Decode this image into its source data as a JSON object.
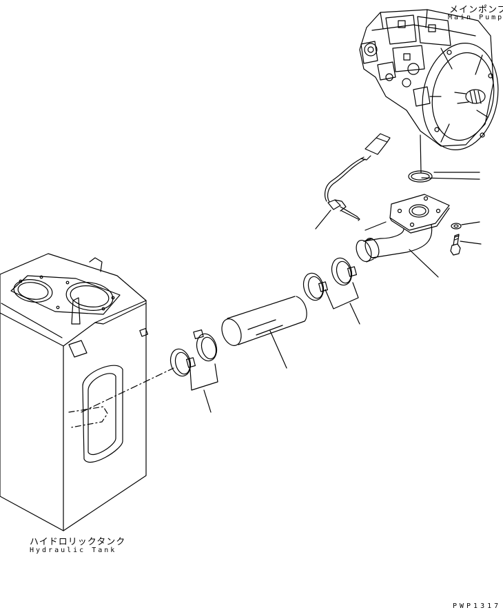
{
  "labels": {
    "main_pump_jp": "メインポンプ",
    "main_pump_en": "Main Pump",
    "hydraulic_tank_jp": "ハイドロリックタンク",
    "hydraulic_tank_en": "Hydraulic Tank",
    "drawing_code": "PWP1317"
  },
  "colors": {
    "line": "#000000",
    "background": "#ffffff"
  }
}
